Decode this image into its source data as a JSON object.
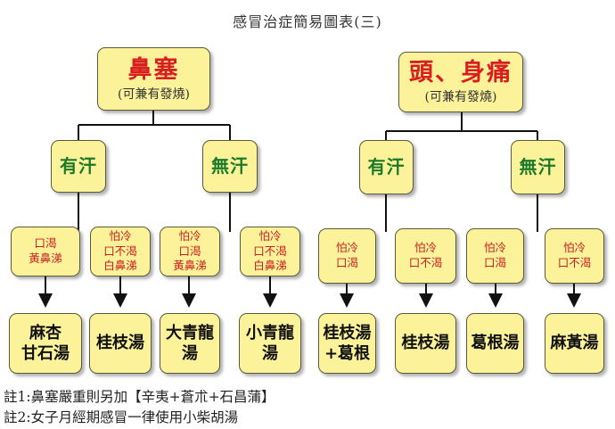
{
  "title": "感冒治症簡易圖表(三)",
  "left": {
    "main": "鼻塞",
    "main_sub": "(可兼有發燒)",
    "sweat_yes": "有汗",
    "sweat_no": "無汗",
    "symptoms": [
      [
        "口渴",
        "黃鼻涕"
      ],
      [
        "怕冷",
        "口不渴",
        "白鼻涕"
      ],
      [
        "怕冷",
        "口渴",
        "黃鼻涕"
      ],
      [
        "怕冷",
        "口不渴",
        "白鼻涕"
      ]
    ],
    "remedies": [
      [
        "麻杏",
        "甘石湯"
      ],
      [
        "桂枝湯"
      ],
      [
        "大青龍",
        "湯"
      ],
      [
        "小青龍",
        "湯"
      ]
    ]
  },
  "right": {
    "main": "頭、身痛",
    "main_sub": "(可兼有發燒)",
    "sweat_yes": "有汗",
    "sweat_no": "無汗",
    "symptoms": [
      [
        "怕冷",
        "口渴"
      ],
      [
        "怕冷",
        "口不渴"
      ],
      [
        "怕冷",
        "口渴"
      ],
      [
        "怕冷",
        "口不渴"
      ]
    ],
    "remedies": [
      [
        "桂枝湯",
        "+葛根"
      ],
      [
        "桂枝湯"
      ],
      [
        "葛根湯"
      ],
      [
        "麻黃湯"
      ]
    ]
  },
  "notes": [
    "註1:鼻塞嚴重則另加【辛夷+蒼朮+石昌蒲】",
    "註2:女子月經期感冒一律使用小柴胡湯"
  ],
  "colors": {
    "box_fill": "#fcf29a",
    "main_text": "#d81e1e",
    "sweat_text": "#1b7a2a",
    "symptom_text": "#c62020"
  }
}
